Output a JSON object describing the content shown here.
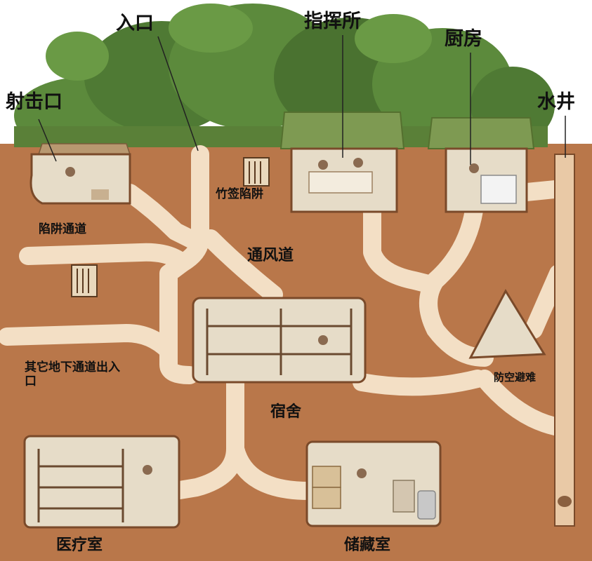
{
  "labels": {
    "entrance": "入口",
    "command_post": "指挥所",
    "kitchen": "厨房",
    "firing_port": "射击口",
    "water_well": "水井",
    "bamboo_trap": "竹签陷阱",
    "trap_tunnel": "陷阱通道",
    "ventilation": "通风道",
    "other_exits": "其它地下通道出入口",
    "air_raid_shelter": "防空避难",
    "dormitory": "宿舍",
    "medical_room": "医疗室",
    "storage_room": "储藏室"
  },
  "colors": {
    "soil": "#b9774a",
    "soil_dark": "#9c5f37",
    "tunnel": "#e9c9a6",
    "tunnel_edge": "#f6e3cc",
    "room": "#e6dcc8",
    "roof": "#7e9a52",
    "jungle": "#4f7a34",
    "sky": "#ffffff"
  }
}
